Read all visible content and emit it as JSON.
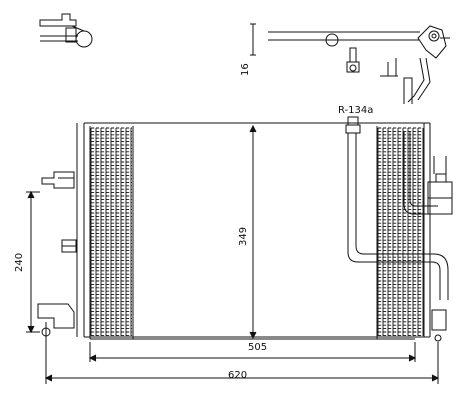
{
  "drawing": {
    "dimensions": {
      "overall_width": "620",
      "core_width": "505",
      "core_height": "349",
      "side_height": "240",
      "pipe_height": "16"
    },
    "refrigerant_label": "R-134a"
  },
  "colors": {
    "line": "#111111",
    "background": "#ffffff"
  }
}
